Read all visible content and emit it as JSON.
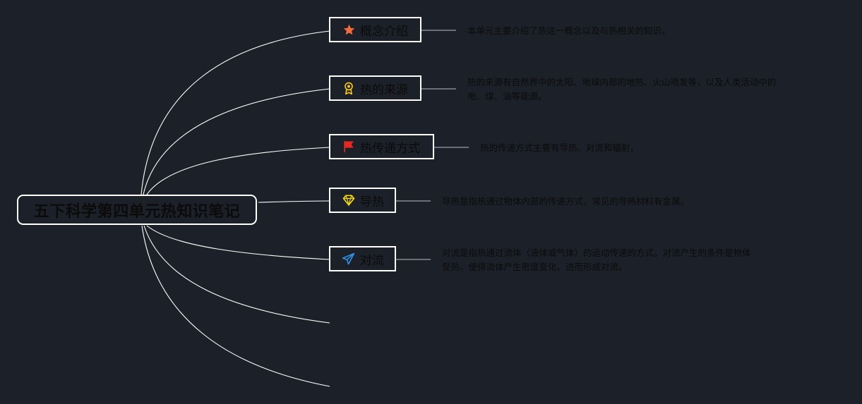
{
  "root": {
    "title": "五下科学第四单元热知识笔记"
  },
  "topics": [
    {
      "label": "概念介绍",
      "icon": "star-icon",
      "icon_color": "#f26b3a",
      "note_lines": [
        "本单元主要介绍了热这一概念以及与热相关的知识。"
      ]
    },
    {
      "label": "热的来源",
      "icon": "award-medal-icon",
      "icon_color": "#f5c518",
      "note_lines": [
        "热的来源有自然界中的太阳、地球内部的地热、火山喷发等，以及人类活动中的",
        "电、煤、油等能源。"
      ]
    },
    {
      "label": "热传递方式",
      "icon": "flag-icon",
      "icon_color": "#e8281e",
      "note_lines": [
        "热的传递方式主要有导热、对流和辐射。"
      ]
    },
    {
      "label": "导热",
      "icon": "diamond-icon",
      "icon_color": "#f5d90a",
      "note_lines": [
        "导热是指热通过物体内部的传递方式，常见的导热材料有金属。"
      ]
    },
    {
      "label": "对流",
      "icon": "paper-plane-icon",
      "icon_color": "#2f8fe0",
      "note_lines": [
        "对流是指热通过流体（液体或气体）的运动传递的方式。对流产生的条件是物体",
        "受热，使得流体产生密度变化，进而形成对流。"
      ]
    }
  ],
  "colors": {
    "background": "#1c2028",
    "node_border": "#ffffff",
    "text": "#0b0b0b",
    "connector": "#ffffff"
  }
}
